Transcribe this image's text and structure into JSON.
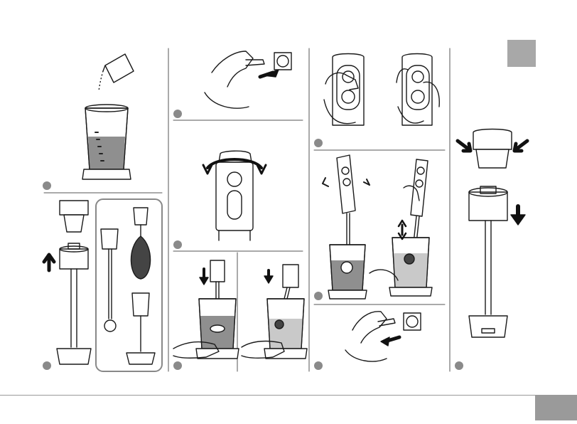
{
  "document": {
    "type": "instruction-illustrations",
    "colors": {
      "line": "#1a1a1a",
      "liquid": "#8f8f8f",
      "liquid_light": "#c9c9c9",
      "marker": "#8a8a8a",
      "corner_box": "#a8a8a8",
      "footer": "#9a9a9a"
    },
    "steps": [
      {
        "id": "pour-liquid",
        "icon": "pour-liquid-into-beaker-icon"
      },
      {
        "id": "attach-accessories",
        "icon": "attach-shaft-icon"
      },
      {
        "id": "plug-in",
        "icon": "plug-into-socket-icon"
      },
      {
        "id": "lock-motor",
        "icon": "twist-lock-motor-icon"
      },
      {
        "id": "insert-blender",
        "icon": "immerse-blender-icon"
      },
      {
        "id": "press-buttons",
        "icon": "press-speed-buttons-icon"
      },
      {
        "id": "blend-move",
        "icon": "blend-move-up-down-icon"
      },
      {
        "id": "unplug",
        "icon": "unplug-from-socket-icon"
      },
      {
        "id": "detach",
        "icon": "detach-shaft-icon"
      }
    ]
  }
}
